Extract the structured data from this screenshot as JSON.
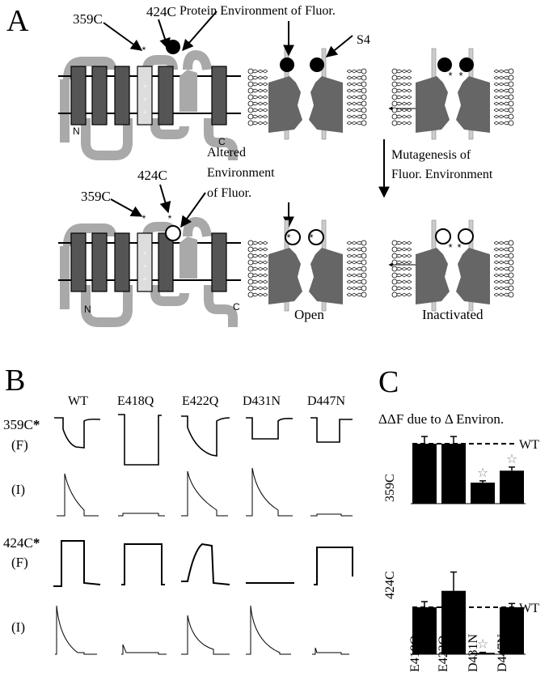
{
  "panel_a": {
    "label": "A",
    "top_left": {
      "site1": "359C",
      "site2": "424C",
      "n": "N",
      "c": "C"
    },
    "top_mid": {
      "title": "Protein Environment of Fluor.",
      "s4": "S4"
    },
    "arrow_label_line1": "Mutagenesis of",
    "arrow_label_line2": "Fluor. Environment",
    "bottom_left": {
      "site1": "359C",
      "site2": "424C",
      "n": "N",
      "c": "C"
    },
    "bottom_mid": {
      "title_line1": "Altered",
      "title_line2": "Environment",
      "title_line3": "of Fluor."
    },
    "state_open": "Open",
    "state_inactivated": "Inactivated"
  },
  "panel_b": {
    "label": "B",
    "columns": [
      "WT",
      "E418Q",
      "E422Q",
      "D431N",
      "D447N"
    ],
    "row1_label": "359C",
    "row1_star": "*",
    "row1_f": "(F)",
    "row1_i": "(I)",
    "row2_label": "424C",
    "row2_star": "*",
    "row2_f": "(F)",
    "row2_i": "(I)"
  },
  "panel_c": {
    "label": "C",
    "title": "ΔΔF due to Δ Environ.",
    "chart_data": [
      {
        "type": "bar",
        "ylabel": "359C",
        "categories": [
          "E418Q",
          "E422Q",
          "D431N",
          "D447N"
        ],
        "values": [
          1.0,
          1.0,
          0.35,
          0.55
        ],
        "errors": [
          0.12,
          0.12,
          0.03,
          0.06
        ],
        "significant": [
          false,
          false,
          true,
          true
        ],
        "reference_label": "WT",
        "reference_value": 1.0
      },
      {
        "type": "bar",
        "ylabel": "424C",
        "categories": [
          "E418Q",
          "E422Q",
          "D431N",
          "D447N"
        ],
        "values": [
          1.0,
          1.35,
          0.03,
          1.0
        ],
        "errors": [
          0.12,
          0.4,
          0.01,
          0.08
        ],
        "significant": [
          false,
          false,
          true,
          false
        ],
        "reference_label": "WT",
        "reference_value": 1.0
      }
    ]
  }
}
